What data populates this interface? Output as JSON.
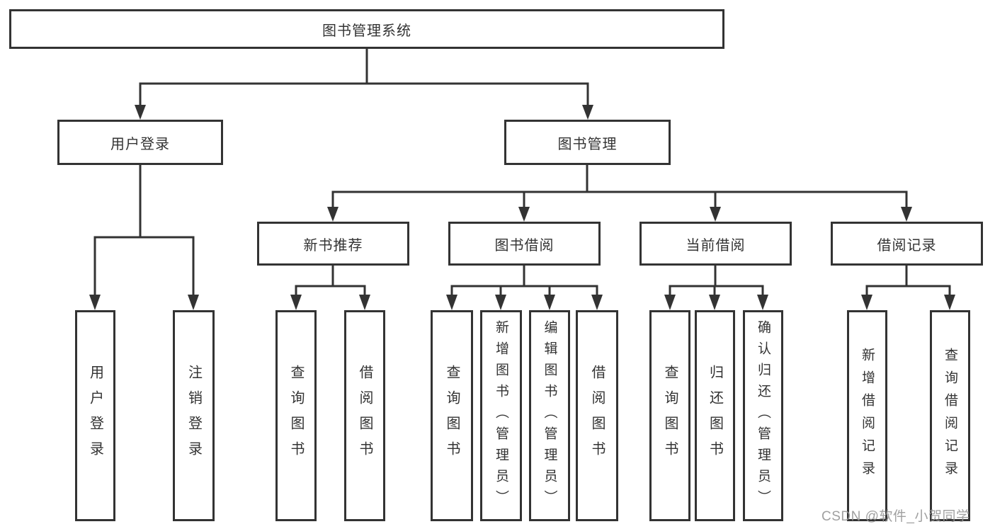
{
  "diagram": {
    "root": {
      "label": "图书管理系统"
    },
    "branches": [
      {
        "label": "用户登录",
        "children": [
          {
            "label": "用户登录"
          },
          {
            "label": "注销登录"
          }
        ]
      },
      {
        "label": "图书管理",
        "sections": [
          {
            "label": "新书推荐",
            "children": [
              {
                "label": "查询图书"
              },
              {
                "label": "借阅图书"
              }
            ]
          },
          {
            "label": "图书借阅",
            "children": [
              {
                "label": "查询图书"
              },
              {
                "label": "新增图书（管理员）"
              },
              {
                "label": "编辑图书（管理员）"
              },
              {
                "label": "借阅图书"
              }
            ]
          },
          {
            "label": "当前借阅",
            "children": [
              {
                "label": "查询图书"
              },
              {
                "label": "归还图书"
              },
              {
                "label": "确认归还（管理员）"
              }
            ]
          },
          {
            "label": "借阅记录",
            "children": [
              {
                "label": "新增借阅记录"
              },
              {
                "label": "查询借阅记录"
              }
            ]
          }
        ]
      }
    ]
  },
  "style": {
    "line_color": "#333333",
    "background": "#ffffff",
    "watermark_color": "#969696"
  },
  "watermark": {
    "text": "CSDN @软件_小贺同学"
  }
}
